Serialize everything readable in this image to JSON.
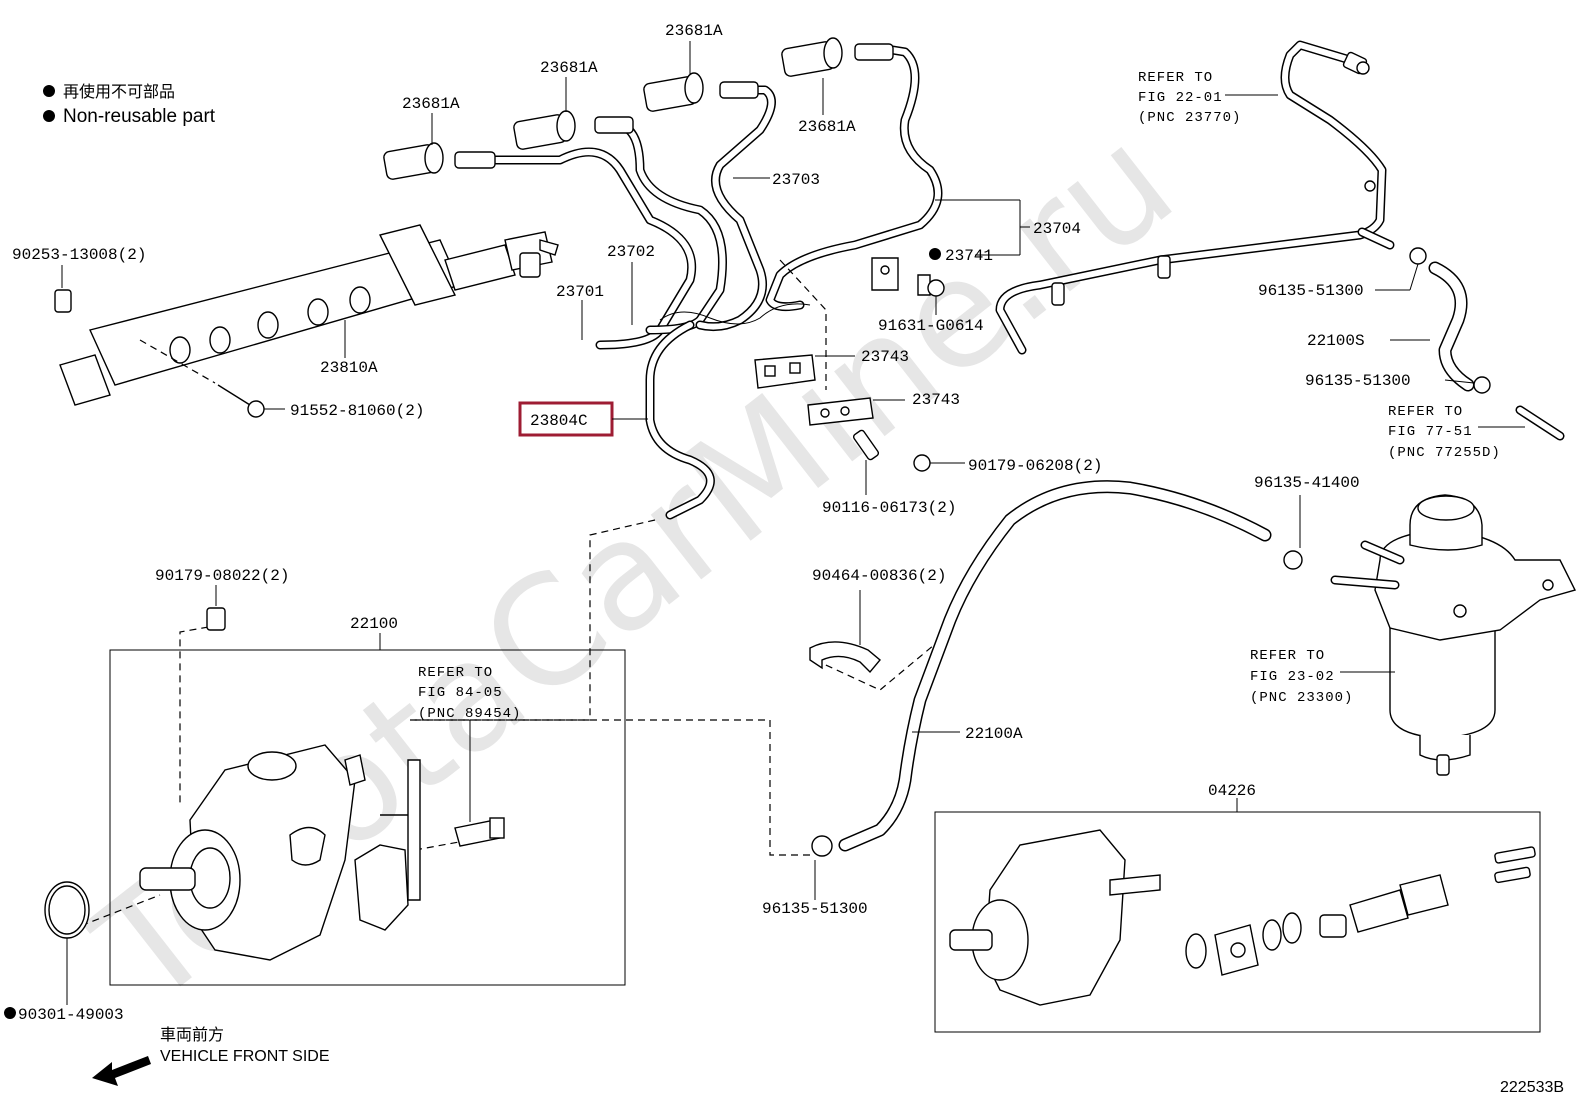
{
  "legend": {
    "jp": "再使用不可部品",
    "en": "Non-reusable part"
  },
  "direction": {
    "jp": "車両前方",
    "en": "VEHICLE FRONT SIDE"
  },
  "watermark": "ToyotaCarMine.ru",
  "figure_id": "222533B",
  "colors": {
    "highlight": "#9e1c33",
    "ink": "#000000"
  },
  "labels": {
    "p23681A_1": "23681A",
    "p23681A_2": "23681A",
    "p23681A_3": "23681A",
    "p23681A_4": "23681A",
    "p23703": "23703",
    "p23704": "23704",
    "p23741": "23741",
    "p91631": "91631-G0614",
    "p23702": "23702",
    "p23701": "23701",
    "p23743a": "23743",
    "p23743b": "23743",
    "p90253": "90253-13008(2)",
    "p23810A": "23810A",
    "p91552": "91552-81060(2)",
    "p23804C": "23804C",
    "p90179a": "90179-06208(2)",
    "p90116": "90116-06173(2)",
    "p96135_41400": "96135-41400",
    "p96135_51300a": "96135-51300",
    "p22100S": "22100S",
    "p96135_51300b": "96135-51300",
    "p90179b": "90179-08022(2)",
    "p22100": "22100",
    "p90464": "90464-00836(2)",
    "p22100A": "22100A",
    "p96135_51300c": "96135-51300",
    "p04226": "04226",
    "p90301": "90301-49003"
  },
  "refs": {
    "r1": {
      "line1": "REFER TO",
      "line2": "FIG 22-01",
      "line3": "(PNC 23770)"
    },
    "r2": {
      "line1": "REFER TO",
      "line2": "FIG 77-51",
      "line3": "(PNC 77255D)"
    },
    "r3": {
      "line1": "REFER TO",
      "line2": "FIG 84-05",
      "line3": "(PNC 89454)"
    },
    "r4": {
      "line1": "REFER TO",
      "line2": "FIG 23-02",
      "line3": "(PNC 23300)"
    }
  }
}
